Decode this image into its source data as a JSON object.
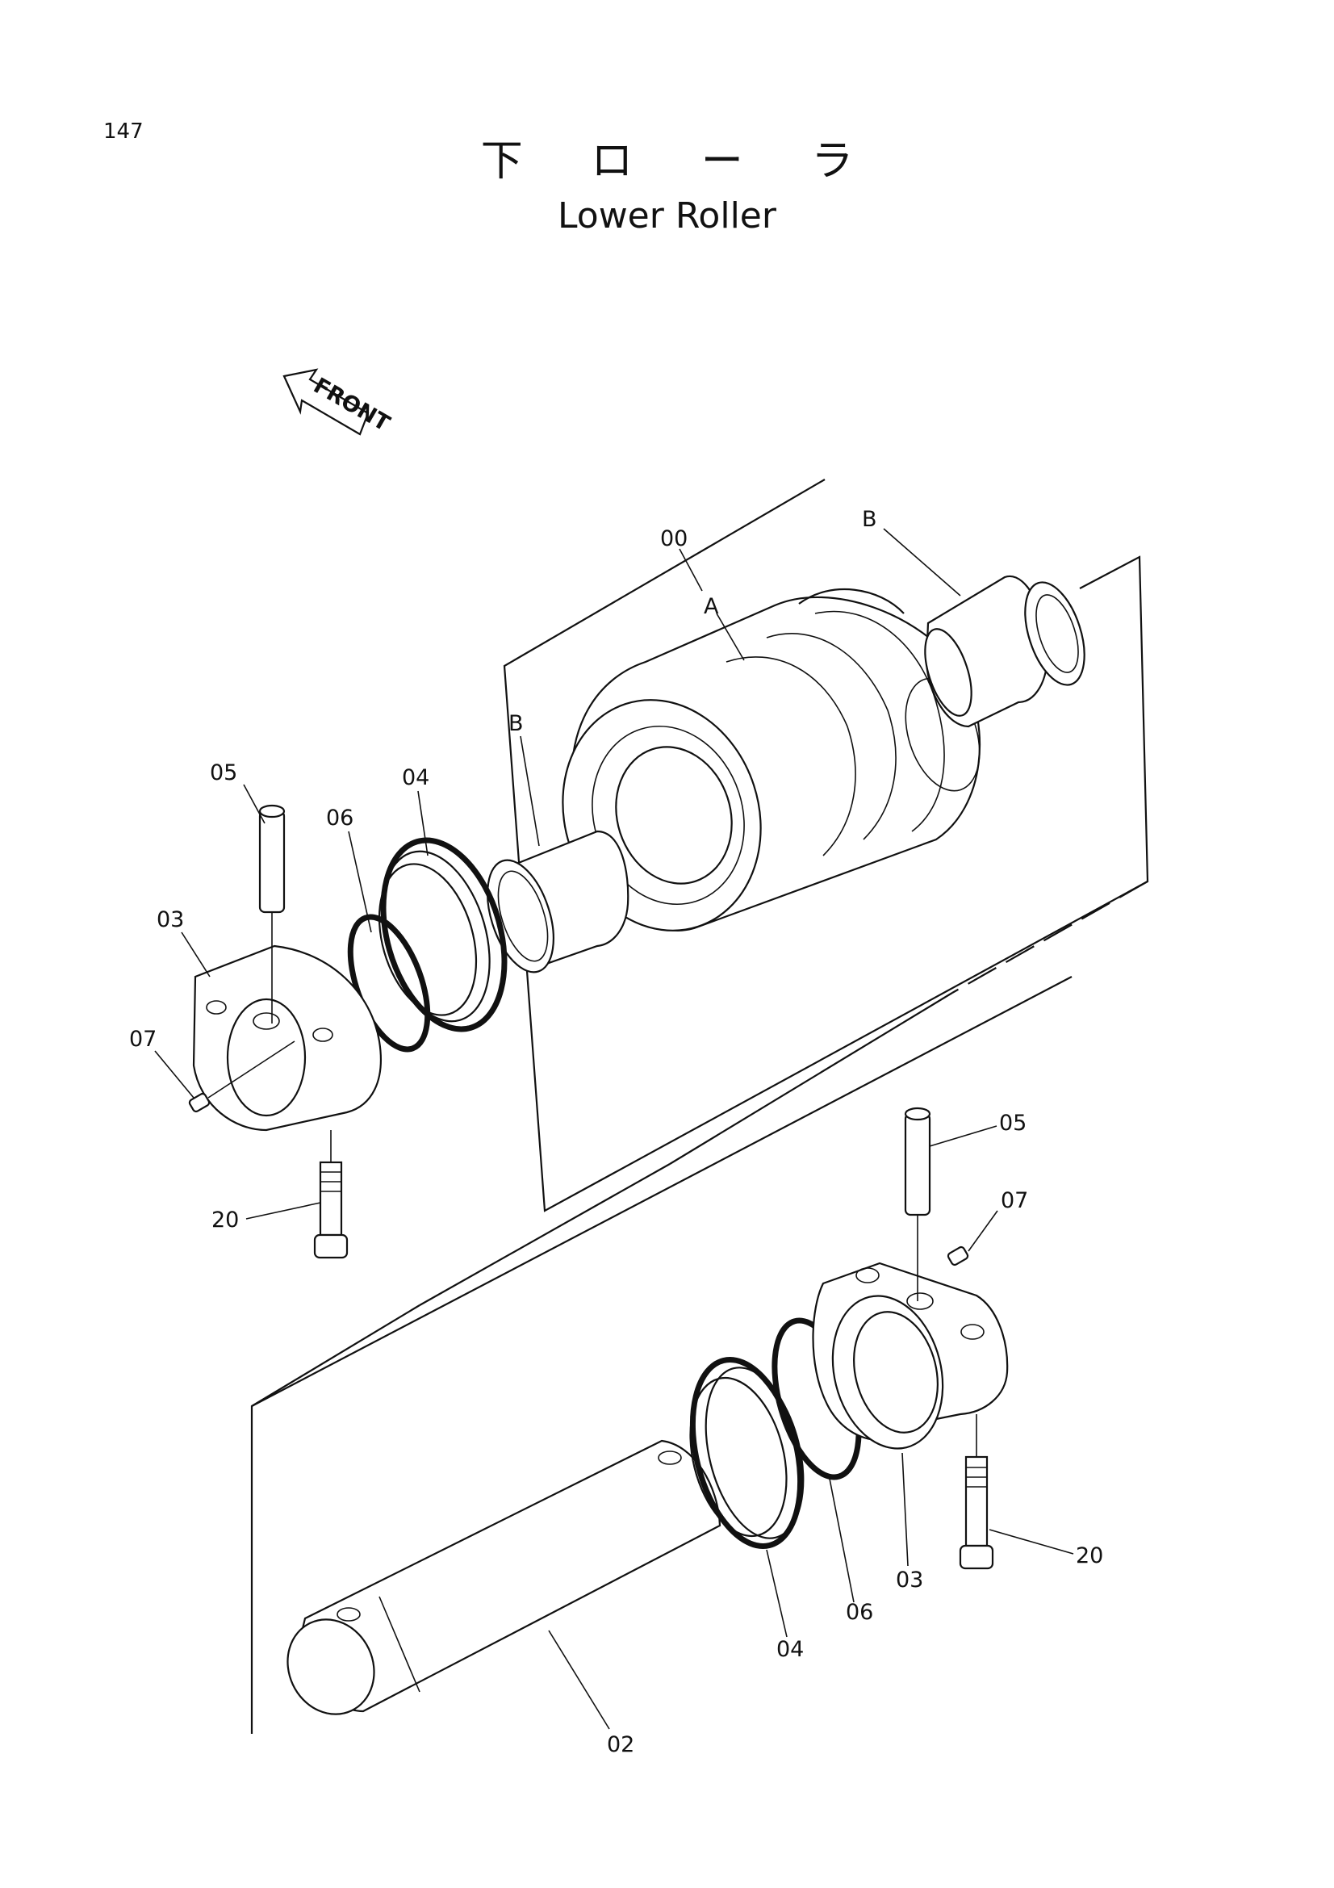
{
  "page_number": "147",
  "title_jp": "下 ロ ー ラ",
  "title_en": "Lower Roller",
  "front_label": "FRONT",
  "callouts": {
    "c00": "00",
    "cA": "A",
    "cB_top": "B",
    "cB_left": "B",
    "c05_top": "05",
    "c04_top": "04",
    "c06_top": "06",
    "c03_top": "03",
    "c07_top": "07",
    "c20_top": "20",
    "c05_bot": "05",
    "c07_bot": "07",
    "c20_bot": "20",
    "c03_bot": "03",
    "c06_bot": "06",
    "c04_bot": "04",
    "c02": "02"
  }
}
